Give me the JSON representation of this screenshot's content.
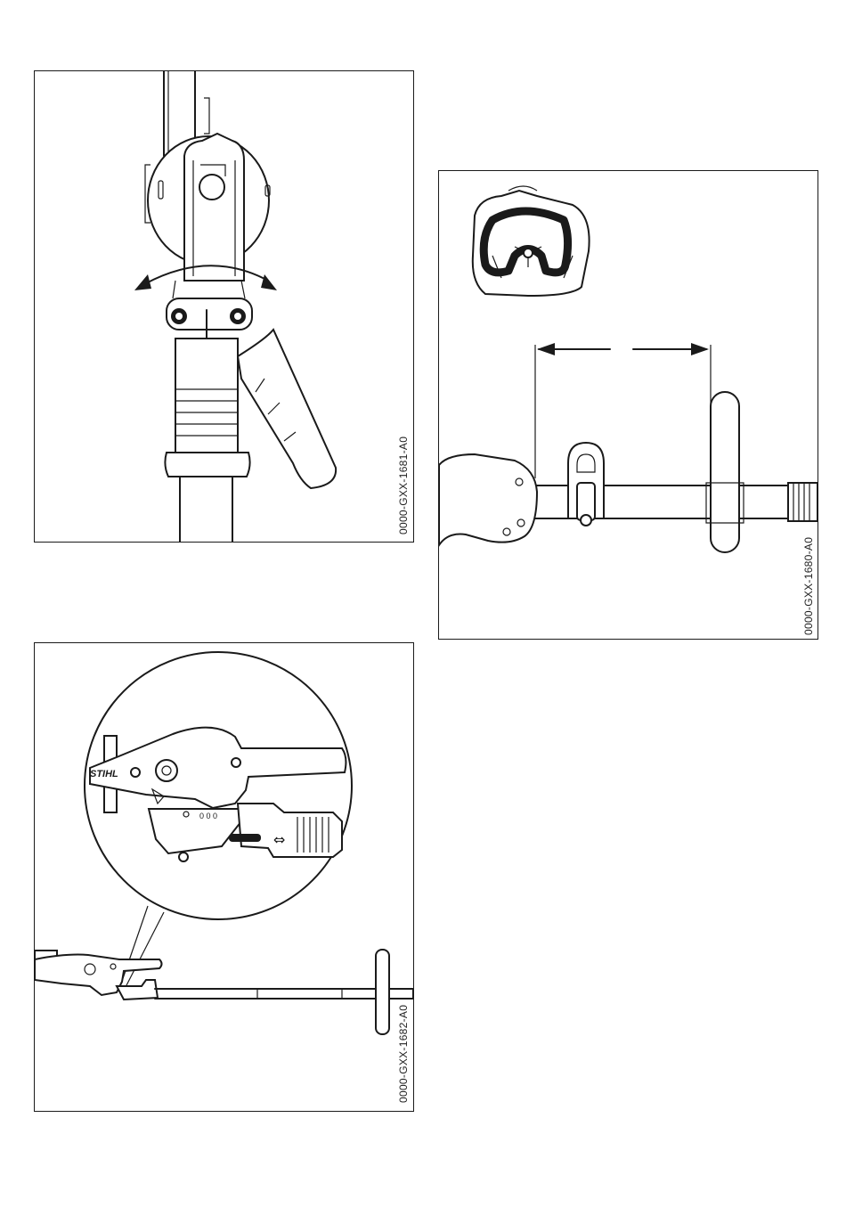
{
  "figures": [
    {
      "code": "0000-GXX-1681-A0"
    },
    {
      "code": "0000-GXX-1680-A0"
    },
    {
      "code": "0000-GXX-1682-A0"
    }
  ],
  "brand_label": "STIHL",
  "slide_symbol": "⇔",
  "icons": {
    "rotate_arrow": "double-headed-curved-arrow-icon",
    "pull_arrow": "down-arrow-icon",
    "distance_arrow": "dimension-arrows-icon"
  }
}
